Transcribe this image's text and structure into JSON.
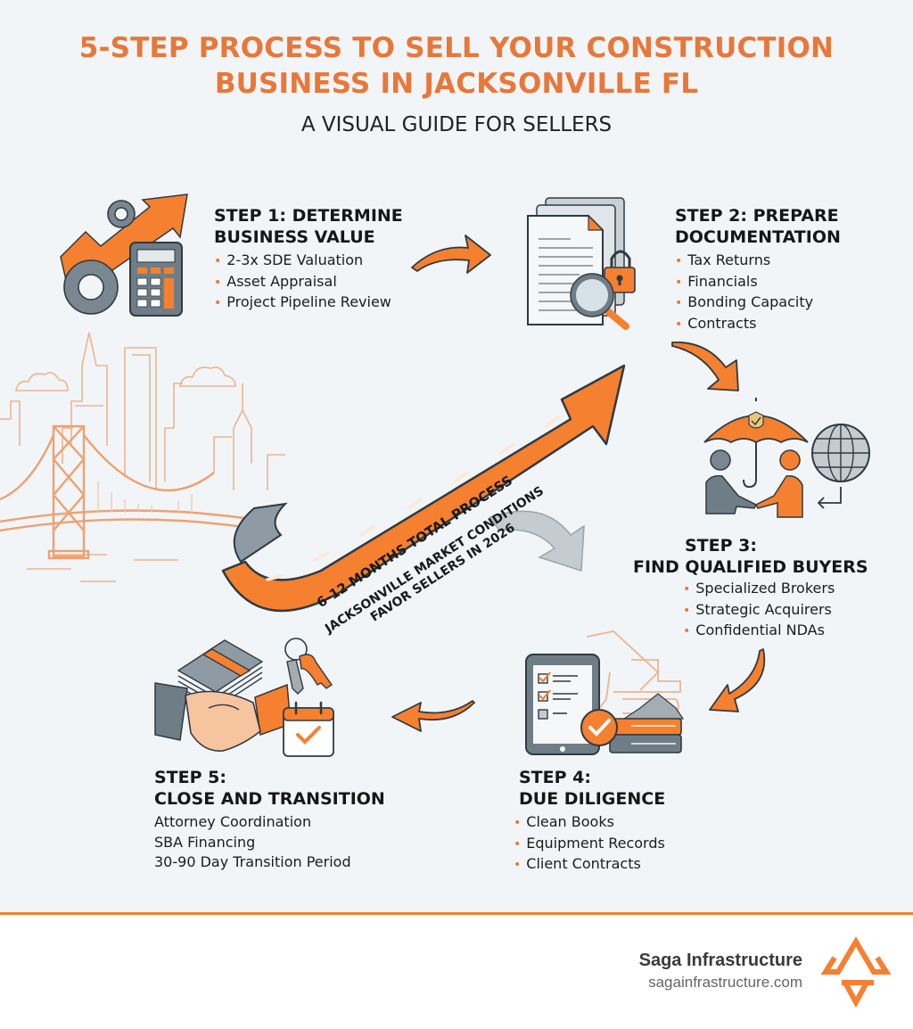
{
  "header": {
    "title_line1": "5-STEP PROCESS TO SELL YOUR CONSTRUCTION",
    "title_line2": "BUSINESS IN JACKSONVILLE FL",
    "subtitle": "A VISUAL GUIDE FOR SELLERS"
  },
  "colors": {
    "accent": "#f58030",
    "title": "#e8773a",
    "slate": "#6f7d87",
    "dark": "#2f3a42",
    "background": "#f1f5f7",
    "skyline": "#f0b48d"
  },
  "steps": [
    {
      "number": 1,
      "title_line1": "STEP 1: DETERMINE",
      "title_line2": "BUSINESS VALUE",
      "icon": "gears-calculator-growth-icon",
      "items": [
        "2-3x SDE Valuation",
        "Asset Appraisal",
        "Project Pipeline Review"
      ]
    },
    {
      "number": 2,
      "title_line1": "STEP 2: PREPARE",
      "title_line2": "DOCUMENTATION",
      "icon": "documents-magnifier-lock-icon",
      "items": [
        "Tax Returns",
        "Financials",
        "Bonding Capacity",
        "Contracts"
      ]
    },
    {
      "number": 3,
      "title_line1": "STEP 3:",
      "title_line2": "FIND QUALIFIED BUYERS",
      "icon": "umbrella-handshake-globe-icon",
      "items": [
        "Specialized Brokers",
        "Strategic Acquirers",
        "Confidential NDAs"
      ]
    },
    {
      "number": 4,
      "title_line1": "STEP 4:",
      "title_line2": "DUE DILIGENCE",
      "icon": "tablet-checklist-books-excavator-icon",
      "items": [
        "Clean Books",
        "Equipment Records",
        "Client Contracts"
      ]
    },
    {
      "number": 5,
      "title_line1": "STEP 5:",
      "title_line2": "CLOSE AND TRANSITION",
      "icon": "handshake-money-keys-calendar-icon",
      "items": [
        "Attorney Coordination",
        "SBA Financing",
        "30-90 Day Transition Period"
      ]
    }
  ],
  "center": {
    "road_label": "6-12 MONTHS TOTAL PROCESS",
    "market_line1": "JACKSONVILLE MARKET CONDITIONS",
    "market_line2": "FAVOR SELLERS IN 2026",
    "illustration": "jacksonville-skyline-bridge"
  },
  "footer": {
    "brand": "Saga Infrastructure",
    "url": "sagainfrastructure.com",
    "logo": "saga-triangle-logo-icon"
  }
}
